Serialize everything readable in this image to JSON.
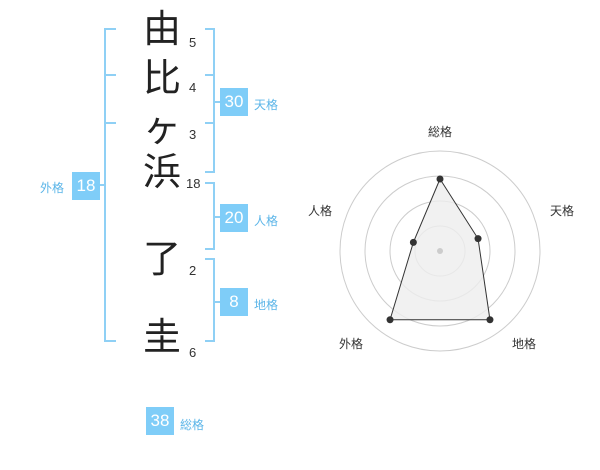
{
  "name": {
    "characters": [
      "由",
      "比",
      "ヶ",
      "浜",
      "了",
      "圭"
    ],
    "strokes": [
      "5",
      "4",
      "3",
      "18",
      "2",
      "6"
    ]
  },
  "scores": {
    "tenkaku": {
      "value": "30",
      "label": "天格"
    },
    "jinkaku": {
      "value": "20",
      "label": "人格"
    },
    "chikaku": {
      "value": "8",
      "label": "地格"
    },
    "gaikaku": {
      "value": "18",
      "label": "外格"
    },
    "soukaku": {
      "value": "38",
      "label": "総格"
    }
  },
  "radar": {
    "axes": [
      "総格",
      "天格",
      "地格",
      "外格",
      "人格"
    ],
    "levels": 4,
    "values": [
      0.72,
      0.4,
      0.85,
      0.85,
      0.28
    ],
    "colors": {
      "ring": "#cccccc",
      "fill": "#eeeeee",
      "line": "#333333",
      "dot": "#333333",
      "center": "#cccccc"
    }
  },
  "colors": {
    "accent": "#7fcdf8",
    "bracket": "#8fd0f5"
  }
}
